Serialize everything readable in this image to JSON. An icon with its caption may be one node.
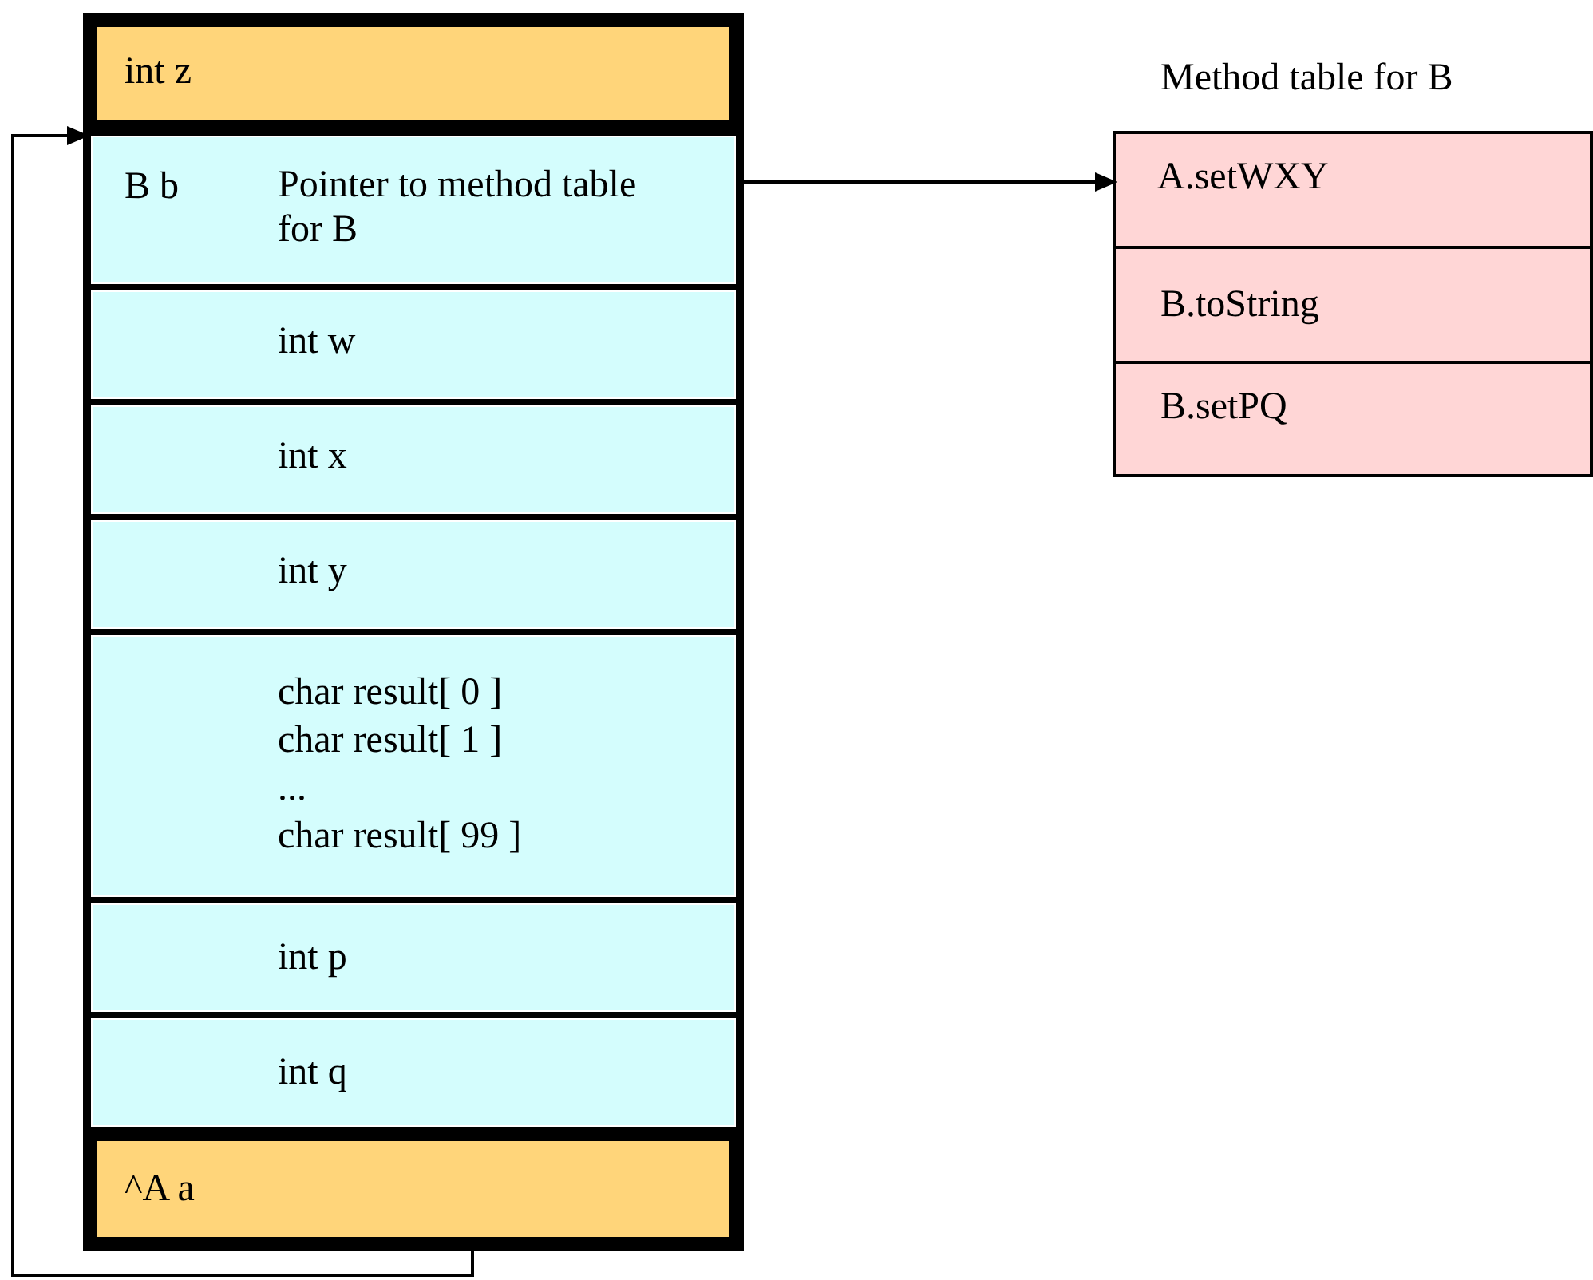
{
  "diagram": {
    "nodes": [
      {
        "text": [],
        "shape": "box"
      },
      {
        "text": [
          "int z"
        ],
        "in": 0
      },
      {
        "text": [
          "B b",
          "Pointer to method table for B"
        ],
        "in": 0
      },
      {
        "text": [
          "int w"
        ],
        "in": 0
      },
      {
        "text": [
          "int x"
        ],
        "in": 0
      },
      {
        "text": [
          "int y"
        ],
        "in": 0
      },
      {
        "text": [
          "char result[ 0 ]",
          "char result[ 1 ]",
          "...",
          "char result[ 99 ]"
        ],
        "in": 0
      },
      {
        "text": [
          "int p"
        ],
        "in": 0
      },
      {
        "text": [
          "int q"
        ],
        "in": 0
      },
      {
        "text": [
          "^A a"
        ],
        "in": 0
      },
      {
        "text": [
          "Method table for B"
        ]
      },
      {
        "text": [
          "A.setWXY"
        ],
        "in": 10
      },
      {
        "text": [
          "B.toString"
        ],
        "in": 10
      },
      {
        "text": [
          "B.setPQ"
        ],
        "in": 10
      }
    ],
    "edges": [
      {
        "from": 9,
        "to": 2,
        "arrow": "to"
      },
      {
        "from": 2,
        "to": 11,
        "arrow": "to"
      }
    ]
  }
}
